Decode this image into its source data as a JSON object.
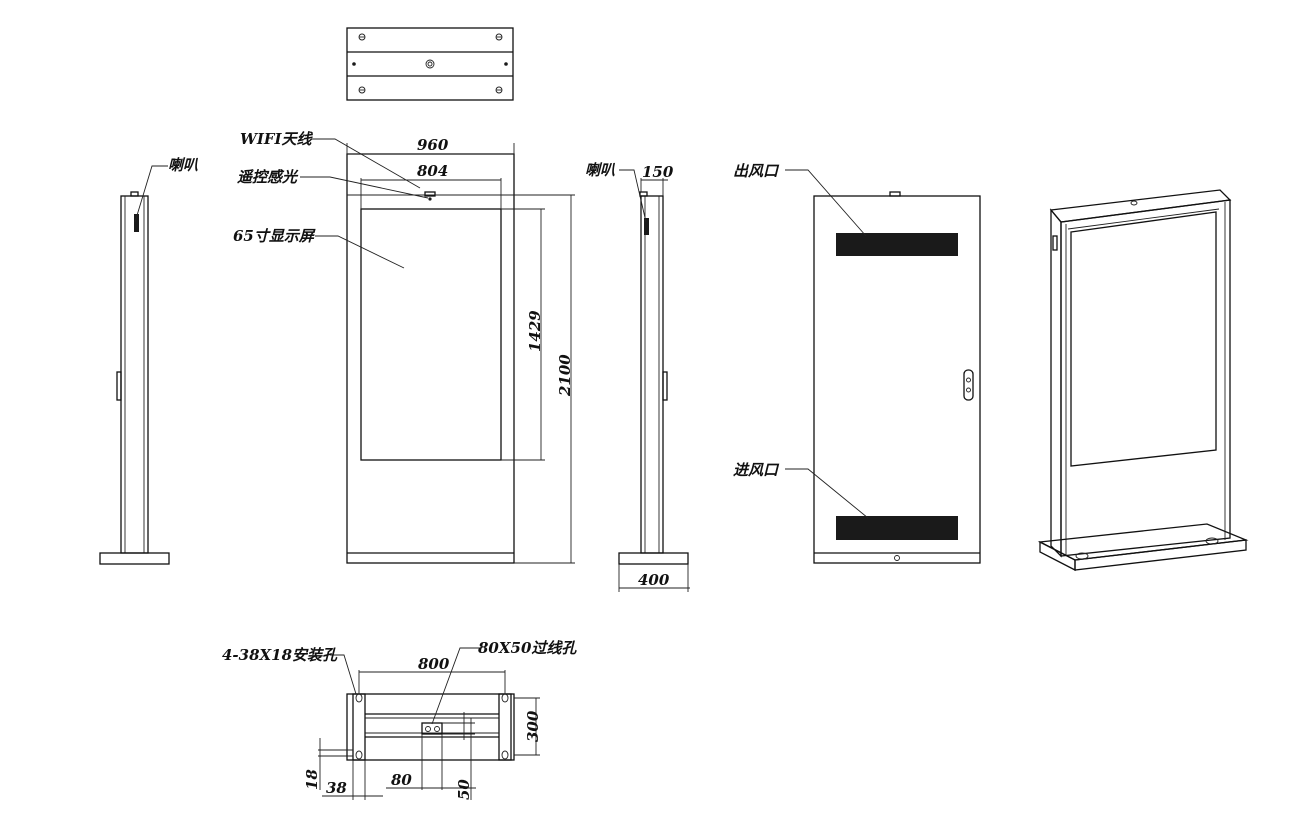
{
  "labels": {
    "wifi": "WIFI天线",
    "remote": "遥控感光",
    "screen": "65寸显示屏",
    "speaker_left": "喇叭",
    "speaker_right": "喇叭",
    "outlet": "出风口",
    "inlet": "进风口",
    "mount_holes": "4-38X18安装孔",
    "cable_hole": "80X50过线孔"
  },
  "dimensions": {
    "width_total": "960",
    "width_screen": "804",
    "height_screen": "1429",
    "height_total": "2100",
    "depth_top": "150",
    "depth_base": "400",
    "base_width": "800",
    "base_depth": "300",
    "hole_h": "18",
    "hole_w": "38",
    "cable_w": "80",
    "cable_h": "50"
  }
}
